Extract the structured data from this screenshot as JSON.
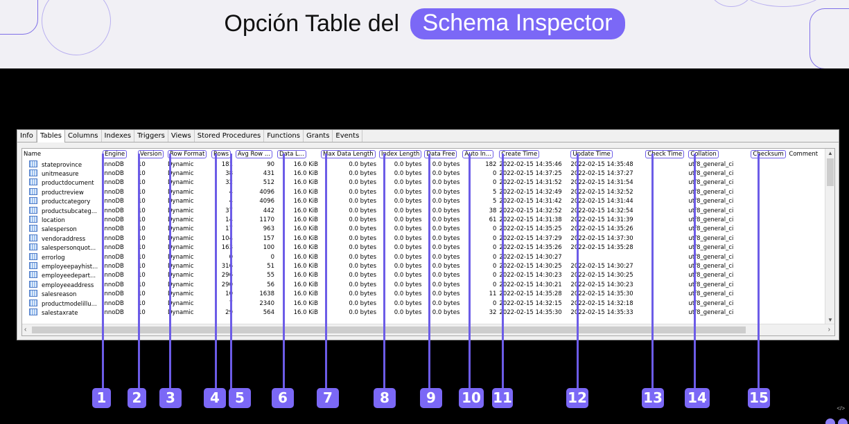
{
  "banner": {
    "title": "Opción Table del",
    "highlight": "Schema Inspector"
  },
  "tabs": [
    "Info",
    "Tables",
    "Columns",
    "Indexes",
    "Triggers",
    "Views",
    "Stored Procedures",
    "Functions",
    "Grants",
    "Events"
  ],
  "active_tab": "Tables",
  "columns": [
    "Name",
    "Engine",
    "Version",
    "Row Format",
    "Rows",
    "Avg Row ...",
    "Data L...",
    "Max Data Length",
    "Index Length",
    "Data Free",
    "Auto In...",
    "Create Time",
    "Update Time",
    "Check Time",
    "Collation",
    "Checksum",
    "Comment"
  ],
  "rows": [
    [
      "stateprovince",
      "InnoDB",
      "10",
      "Dynamic",
      "181",
      "90",
      "16.0 KiB",
      "0.0 bytes",
      "0.0 bytes",
      "0.0 bytes",
      "182",
      "2022-02-15 14:35:46",
      "2022-02-15 14:35:48",
      "",
      "utf8_general_ci",
      "",
      ""
    ],
    [
      "unitmeasure",
      "InnoDB",
      "10",
      "Dynamic",
      "38",
      "431",
      "16.0 KiB",
      "0.0 bytes",
      "0.0 bytes",
      "0.0 bytes",
      "0",
      "2022-02-15 14:37:25",
      "2022-02-15 14:37:27",
      "",
      "utf8_general_ci",
      "",
      ""
    ],
    [
      "productdocument",
      "InnoDB",
      "10",
      "Dynamic",
      "32",
      "512",
      "16.0 KiB",
      "0.0 bytes",
      "0.0 bytes",
      "0.0 bytes",
      "0",
      "2022-02-15 14:31:52",
      "2022-02-15 14:31:54",
      "",
      "utf8_general_ci",
      "",
      ""
    ],
    [
      "productreview",
      "InnoDB",
      "10",
      "Dynamic",
      "4",
      "4096",
      "16.0 KiB",
      "0.0 bytes",
      "0.0 bytes",
      "0.0 bytes",
      "5",
      "2022-02-15 14:32:49",
      "2022-02-15 14:32:52",
      "",
      "utf8_general_ci",
      "",
      ""
    ],
    [
      "productcategory",
      "InnoDB",
      "10",
      "Dynamic",
      "4",
      "4096",
      "16.0 KiB",
      "0.0 bytes",
      "0.0 bytes",
      "0.0 bytes",
      "5",
      "2022-02-15 14:31:42",
      "2022-02-15 14:31:44",
      "",
      "utf8_general_ci",
      "",
      ""
    ],
    [
      "productsubcateg...",
      "InnoDB",
      "10",
      "Dynamic",
      "37",
      "442",
      "16.0 KiB",
      "0.0 bytes",
      "0.0 bytes",
      "0.0 bytes",
      "38",
      "2022-02-15 14:32:52",
      "2022-02-15 14:32:54",
      "",
      "utf8_general_ci",
      "",
      ""
    ],
    [
      "location",
      "InnoDB",
      "10",
      "Dynamic",
      "14",
      "1170",
      "16.0 KiB",
      "0.0 bytes",
      "0.0 bytes",
      "0.0 bytes",
      "61",
      "2022-02-15 14:31:38",
      "2022-02-15 14:31:39",
      "",
      "utf8_general_ci",
      "",
      ""
    ],
    [
      "salesperson",
      "InnoDB",
      "10",
      "Dynamic",
      "17",
      "963",
      "16.0 KiB",
      "0.0 bytes",
      "0.0 bytes",
      "0.0 bytes",
      "0",
      "2022-02-15 14:35:25",
      "2022-02-15 14:35:26",
      "",
      "utf8_general_ci",
      "",
      ""
    ],
    [
      "vendoraddress",
      "InnoDB",
      "10",
      "Dynamic",
      "104",
      "157",
      "16.0 KiB",
      "0.0 bytes",
      "0.0 bytes",
      "0.0 bytes",
      "0",
      "2022-02-15 14:37:29",
      "2022-02-15 14:37:30",
      "",
      "utf8_general_ci",
      "",
      ""
    ],
    [
      "salespersonquot...",
      "InnoDB",
      "10",
      "Dynamic",
      "163",
      "100",
      "16.0 KiB",
      "0.0 bytes",
      "0.0 bytes",
      "0.0 bytes",
      "0",
      "2022-02-15 14:35:26",
      "2022-02-15 14:35:28",
      "",
      "utf8_general_ci",
      "",
      ""
    ],
    [
      "errorlog",
      "InnoDB",
      "10",
      "Dynamic",
      "0",
      "0",
      "16.0 KiB",
      "0.0 bytes",
      "0.0 bytes",
      "0.0 bytes",
      "0",
      "2022-02-15 14:30:27",
      "",
      "",
      "utf8_general_ci",
      "",
      ""
    ],
    [
      "employeepayhist...",
      "InnoDB",
      "10",
      "Dynamic",
      "316",
      "51",
      "16.0 KiB",
      "0.0 bytes",
      "0.0 bytes",
      "0.0 bytes",
      "0",
      "2022-02-15 14:30:25",
      "2022-02-15 14:30:27",
      "",
      "utf8_general_ci",
      "",
      ""
    ],
    [
      "employeedepart...",
      "InnoDB",
      "10",
      "Dynamic",
      "296",
      "55",
      "16.0 KiB",
      "0.0 bytes",
      "0.0 bytes",
      "0.0 bytes",
      "0",
      "2022-02-15 14:30:23",
      "2022-02-15 14:30:25",
      "",
      "utf8_general_ci",
      "",
      ""
    ],
    [
      "employeeaddress",
      "InnoDB",
      "10",
      "Dynamic",
      "290",
      "56",
      "16.0 KiB",
      "0.0 bytes",
      "0.0 bytes",
      "0.0 bytes",
      "0",
      "2022-02-15 14:30:21",
      "2022-02-15 14:30:23",
      "",
      "utf8_general_ci",
      "",
      ""
    ],
    [
      "salesreason",
      "InnoDB",
      "10",
      "Dynamic",
      "10",
      "1638",
      "16.0 KiB",
      "0.0 bytes",
      "0.0 bytes",
      "0.0 bytes",
      "11",
      "2022-02-15 14:35:28",
      "2022-02-15 14:35:30",
      "",
      "utf8_general_ci",
      "",
      ""
    ],
    [
      "productmodelillu...",
      "InnoDB",
      "10",
      "Dynamic",
      "7",
      "2340",
      "16.0 KiB",
      "0.0 bytes",
      "0.0 bytes",
      "0.0 bytes",
      "0",
      "2022-02-15 14:32:15",
      "2022-02-15 14:32:18",
      "",
      "utf8_general_ci",
      "",
      ""
    ],
    [
      "salestaxrate",
      "InnoDB",
      "10",
      "Dynamic",
      "29",
      "564",
      "16.0 KiB",
      "0.0 bytes",
      "0.0 bytes",
      "0.0 bytes",
      "32",
      "2022-02-15 14:35:30",
      "2022-02-15 14:35:33",
      "",
      "utf8_general_ci",
      "",
      ""
    ]
  ],
  "badges": [
    "1",
    "2",
    "3",
    "4",
    "5",
    "6",
    "7",
    "8",
    "9",
    "10",
    "11",
    "12",
    "13",
    "14",
    "15"
  ],
  "corner_mark": "</>",
  "colors": {
    "accent": "#7b68f6",
    "line": "#6c5ce7",
    "banner_bg": "#f1f0f5"
  }
}
